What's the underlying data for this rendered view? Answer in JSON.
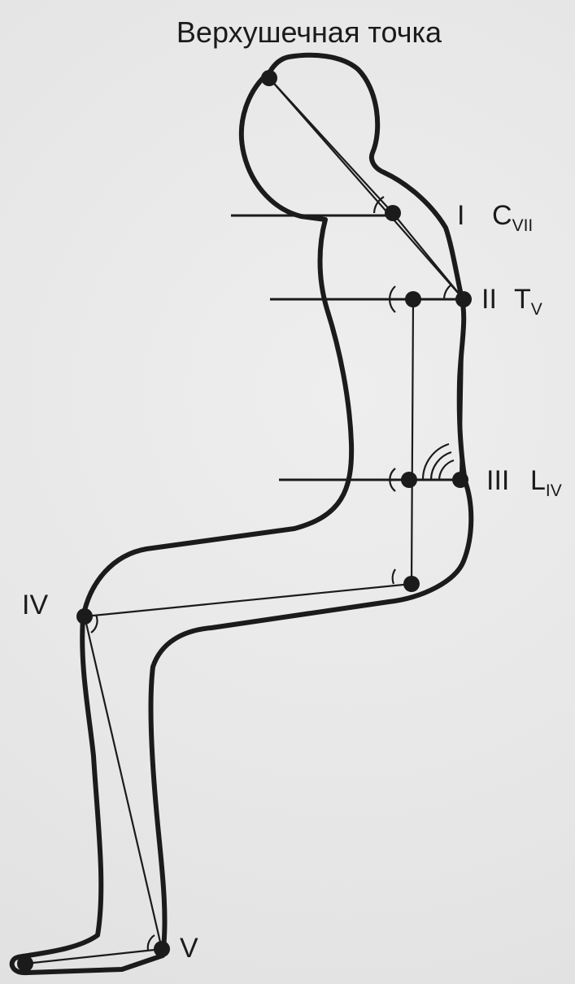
{
  "title": "Верхушечная точка",
  "labels": {
    "p1_roman": "I",
    "p1_vertebra": "C",
    "p1_sub": "VII",
    "p2_roman": "II",
    "p2_vertebra": "T",
    "p2_sub": "V",
    "p3_roman": "III",
    "p3_vertebra": "L",
    "p3_sub": "IV",
    "p4_roman": "IV",
    "p5_roman": "V"
  },
  "colors": {
    "background": "#e9e9e9",
    "ink": "#1b1b1b",
    "ghost_text": "#9a9a9a"
  }
}
